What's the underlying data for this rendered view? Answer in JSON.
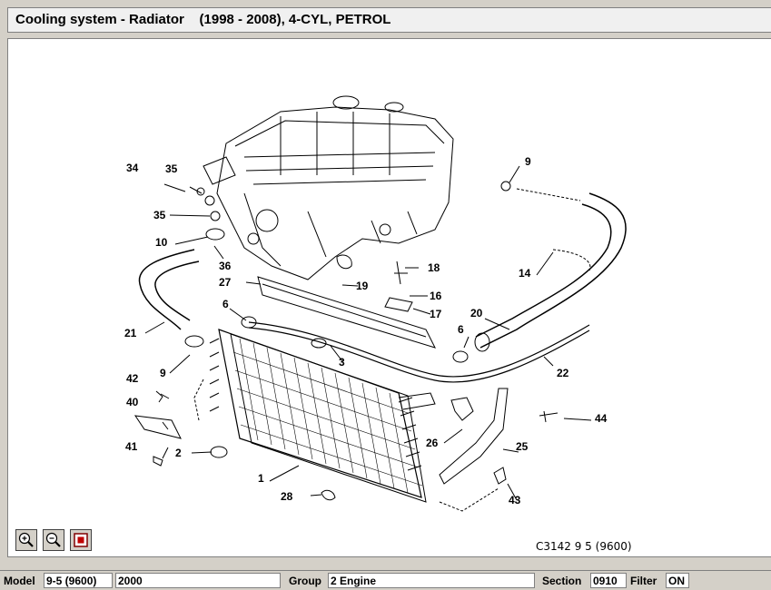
{
  "title": "Cooling system - Radiator    (1998 - 2008), 4-CYL, PETROL",
  "diagram": {
    "labels": [
      "34",
      "35",
      "35",
      "10",
      "36",
      "27",
      "6",
      "21",
      "9",
      "42",
      "40",
      "41",
      "2",
      "1",
      "28",
      "3",
      "18",
      "19",
      "16",
      "17",
      "20",
      "6",
      "22",
      "9",
      "14",
      "26",
      "25",
      "43",
      "44"
    ],
    "reference": "C3142 9 5 (9600)"
  },
  "toolbar": {
    "zoom_in_icon": "zoom-in-icon",
    "zoom_out_icon": "zoom-out-icon",
    "fit_icon": "fit-view-icon"
  },
  "status": {
    "model_label": "Model",
    "model_value": "9-5 (9600)",
    "year_value": "2000",
    "group_label": "Group",
    "group_value": "2 Engine",
    "section_label": "Section",
    "section_value": "0910",
    "filter_label": "Filter",
    "filter_value": "ON"
  }
}
